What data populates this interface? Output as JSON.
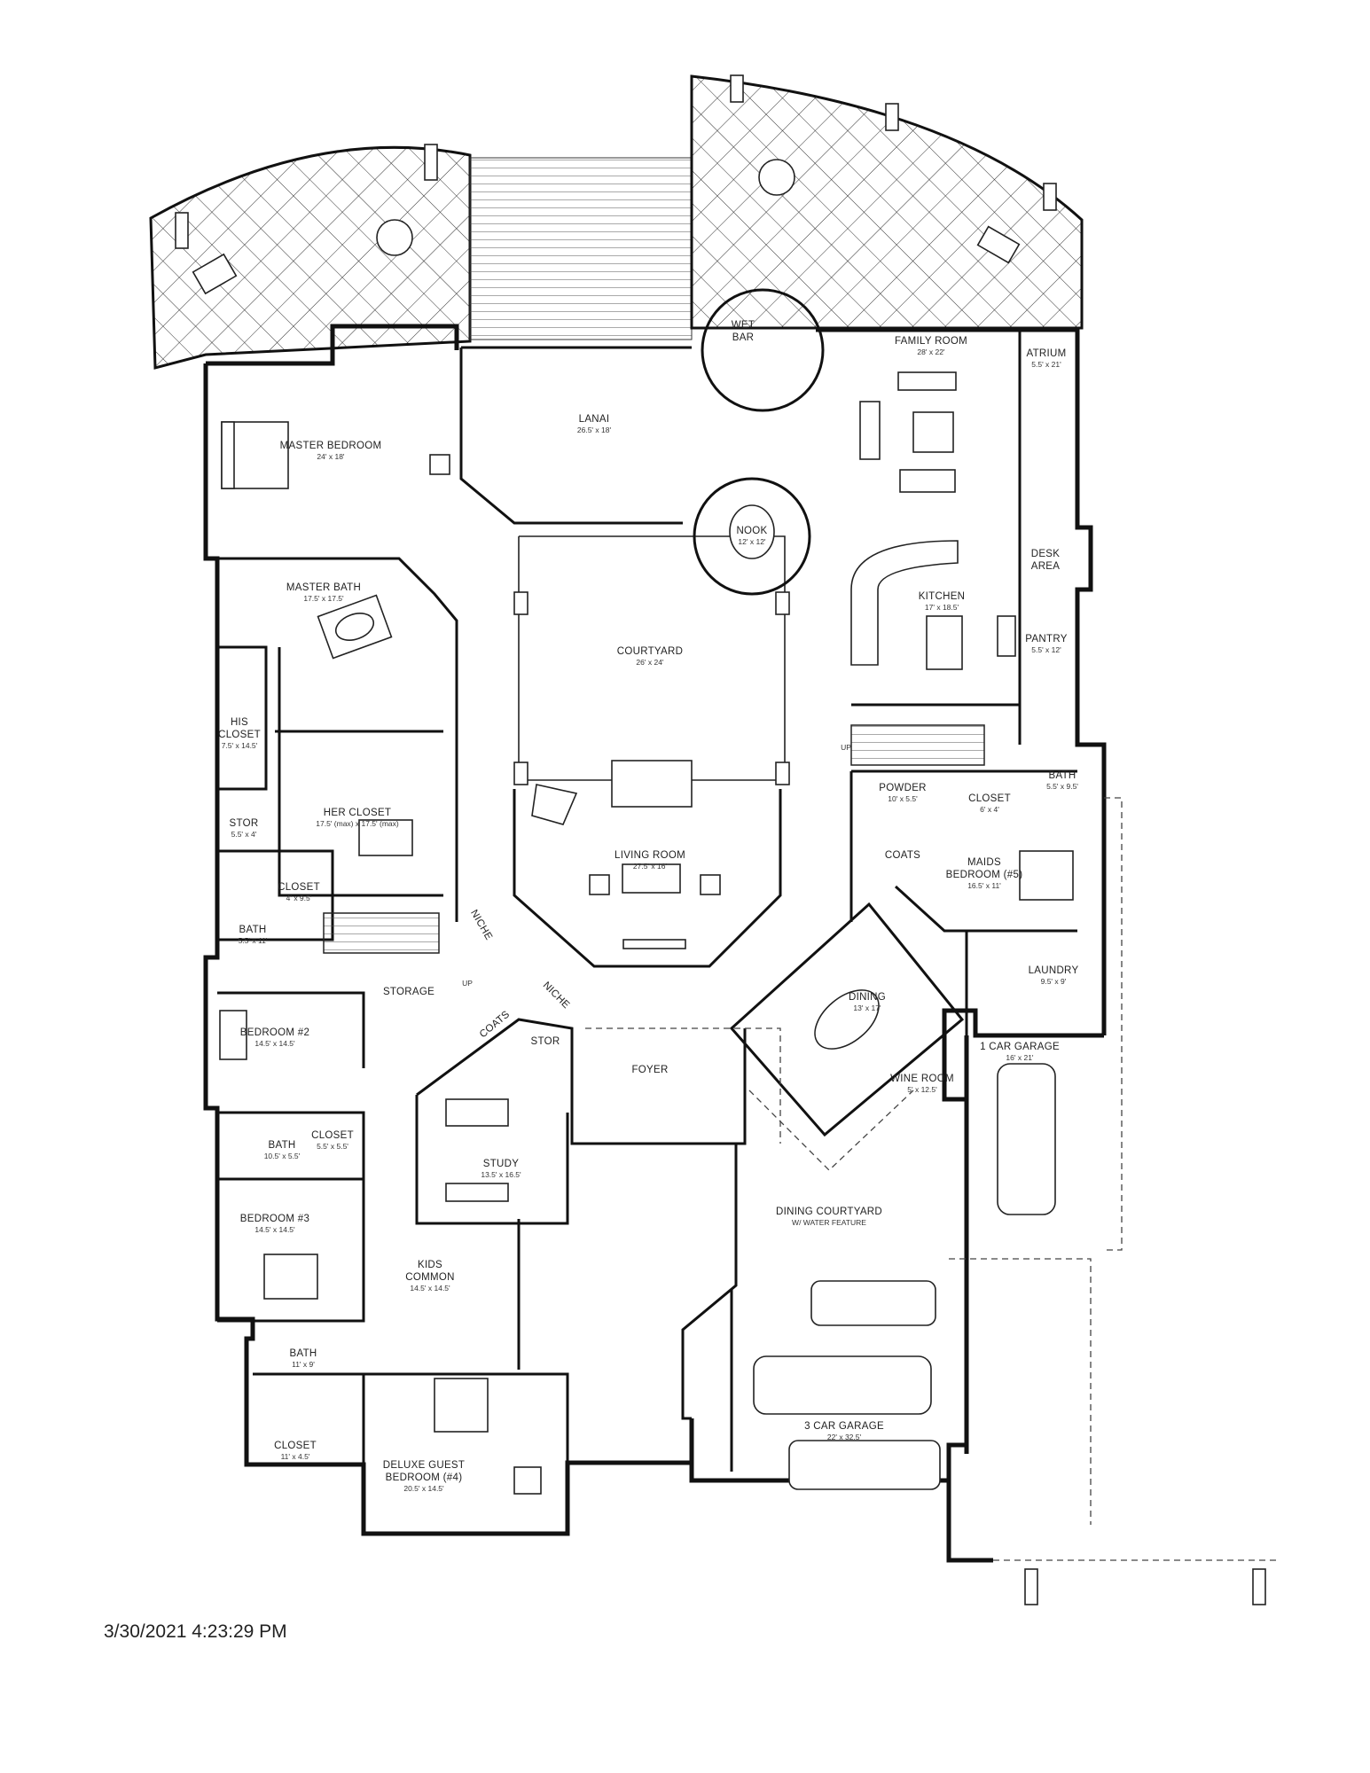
{
  "timestamp": "3/30/2021 4:23:29 PM",
  "rooms": {
    "master_bedroom": {
      "name": "MASTER BEDROOM",
      "size": "24' x 18'"
    },
    "lanai": {
      "name": "LANAI",
      "size": "26.5' x 18'"
    },
    "wet_bar": {
      "name": "WET",
      "name2": "BAR"
    },
    "family_room": {
      "name": "FAMILY ROOM",
      "size": "28' x 22'"
    },
    "atrium": {
      "name": "ATRIUM",
      "size": "5.5' x 21'"
    },
    "nook": {
      "name": "NOOK",
      "size": "12' x 12'"
    },
    "desk_area": {
      "name": "DESK",
      "name2": "AREA"
    },
    "kitchen": {
      "name": "KITCHEN",
      "size": "17' x 18.5'"
    },
    "pantry": {
      "name": "PANTRY",
      "size": "5.5' x 12'"
    },
    "master_bath": {
      "name": "MASTER BATH",
      "size": "17.5' x 17.5'"
    },
    "courtyard": {
      "name": "COURTYARD",
      "size": "26' x 24'"
    },
    "his_closet": {
      "name": "HIS",
      "name2": "CLOSET",
      "size": "7.5' x 14.5'"
    },
    "her_closet": {
      "name": "HER CLOSET",
      "size": "17.5' (max) x 17.5' (max)"
    },
    "stor_master": {
      "name": "STOR",
      "size": "5.5' x 4'"
    },
    "closet_small": {
      "name": "CLOSET",
      "size": "4' x 9.5'"
    },
    "bath_master_side": {
      "name": "BATH",
      "size": "5.5' x 11'"
    },
    "living_room": {
      "name": "LIVING ROOM",
      "size": "27.5' x 16'"
    },
    "powder": {
      "name": "POWDER",
      "size": "10' x 5.5'"
    },
    "closet_maids": {
      "name": "CLOSET",
      "size": "6' x 4'"
    },
    "bath_maids": {
      "name": "BATH",
      "size": "5.5' x 9.5'"
    },
    "coats_east": {
      "name": "COATS"
    },
    "maids_bedroom": {
      "name": "MAIDS",
      "name2": "BEDROOM (#5)",
      "size": "16.5' x 11'"
    },
    "laundry": {
      "name": "LAUNDRY",
      "size": "9.5' x 9'"
    },
    "dining": {
      "name": "DINING",
      "size": "13' x 17'"
    },
    "one_car_garage": {
      "name": "1 CAR GARAGE",
      "size": "16' x 21'"
    },
    "wine_room": {
      "name": "WINE ROOM",
      "size": "5' x 12.5'"
    },
    "storage": {
      "name": "STORAGE"
    },
    "niche_1": {
      "name": "NICHE"
    },
    "niche_2": {
      "name": "NICHE"
    },
    "up_1": {
      "name": "UP"
    },
    "up_2": {
      "name": "UP"
    },
    "coats_west": {
      "name": "COATS"
    },
    "stor_foyer": {
      "name": "STOR"
    },
    "foyer": {
      "name": "FOYER"
    },
    "bedroom_2": {
      "name": "BEDROOM #2",
      "size": "14.5' x 14.5'"
    },
    "bath_b2": {
      "name": "BATH",
      "size": "10.5' x 5.5'"
    },
    "closet_b2": {
      "name": "CLOSET",
      "size": "5.5' x 5.5'"
    },
    "study": {
      "name": "STUDY",
      "size": "13.5' x 16.5'"
    },
    "dining_courtyard": {
      "name": "DINING COURTYARD",
      "size": "W/ WATER FEATURE"
    },
    "bedroom_3": {
      "name": "BEDROOM #3",
      "size": "14.5' x 14.5'"
    },
    "kids_common": {
      "name": "KIDS",
      "name2": "COMMON",
      "size": "14.5' x 14.5'"
    },
    "bath_b3": {
      "name": "BATH",
      "size": "11' x 9'"
    },
    "closet_b3": {
      "name": "CLOSET",
      "size": "11' x 4.5'"
    },
    "guest_bedroom": {
      "name": "DELUXE GUEST",
      "name2": "BEDROOM (#4)",
      "size": "20.5' x 14.5'"
    },
    "three_car_garage": {
      "name": "3 CAR GARAGE",
      "size": "22' x 32.5'"
    }
  }
}
